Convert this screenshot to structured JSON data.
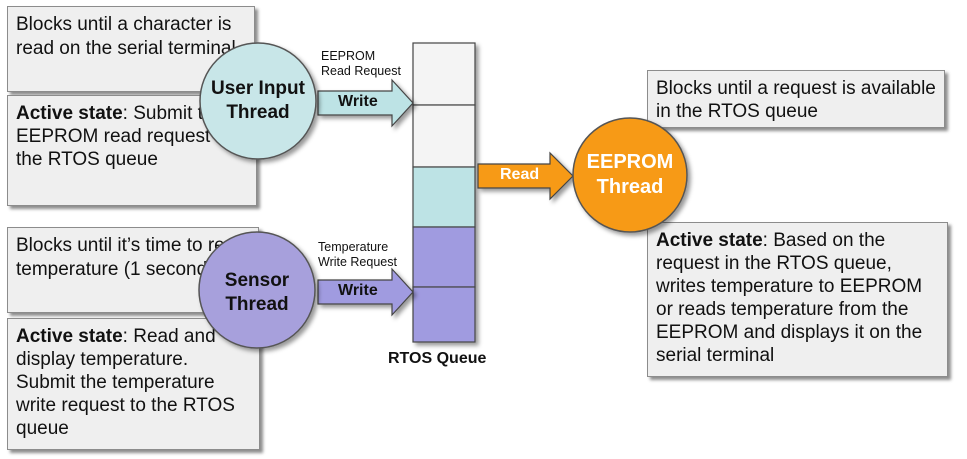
{
  "threads": {
    "user_input": {
      "line1": "User Input",
      "line2": "Thread"
    },
    "sensor": {
      "line1": "Sensor",
      "line2": "Thread"
    },
    "eeprom": {
      "line1": "EEPROM",
      "line2": "Thread"
    }
  },
  "boxes": {
    "user_blocks": "Blocks until a character is read on the serial terminal",
    "user_active_title": "Active state",
    "user_active_text": ": Submit the EEPROM read request to the RTOS queue",
    "sensor_blocks": "Blocks until it’s time to read temperature (1 second)",
    "sensor_active_title": "Active state",
    "sensor_active_text": ": Read and display temperature. Submit the temperature write request to the RTOS queue",
    "eeprom_blocks": "Blocks until a request is available in the RTOS queue",
    "eeprom_active_title": "Active state",
    "eeprom_active_text": ": Based on the request in the RTOS queue, writes temperature to EEPROM or reads temperature from the EEPROM and displays it on the serial terminal"
  },
  "arrows": {
    "user_write": "Write",
    "sensor_write": "Write",
    "read": "Read"
  },
  "requests": {
    "eeprom_read_line1": "EEPROM",
    "eeprom_read_line2": "Read Request",
    "temp_write_line1": "Temperature",
    "temp_write_line2": "Write Request"
  },
  "queue": {
    "label": "RTOS Queue"
  },
  "colors": {
    "user_thread": "#c8e6e8",
    "sensor_thread": "#a7a0dc",
    "eeprom_thread": "#f79a17",
    "queue_empty": "#f4f4f4",
    "queue_teal": "#bde3e5",
    "queue_purple": "#a09be0"
  }
}
